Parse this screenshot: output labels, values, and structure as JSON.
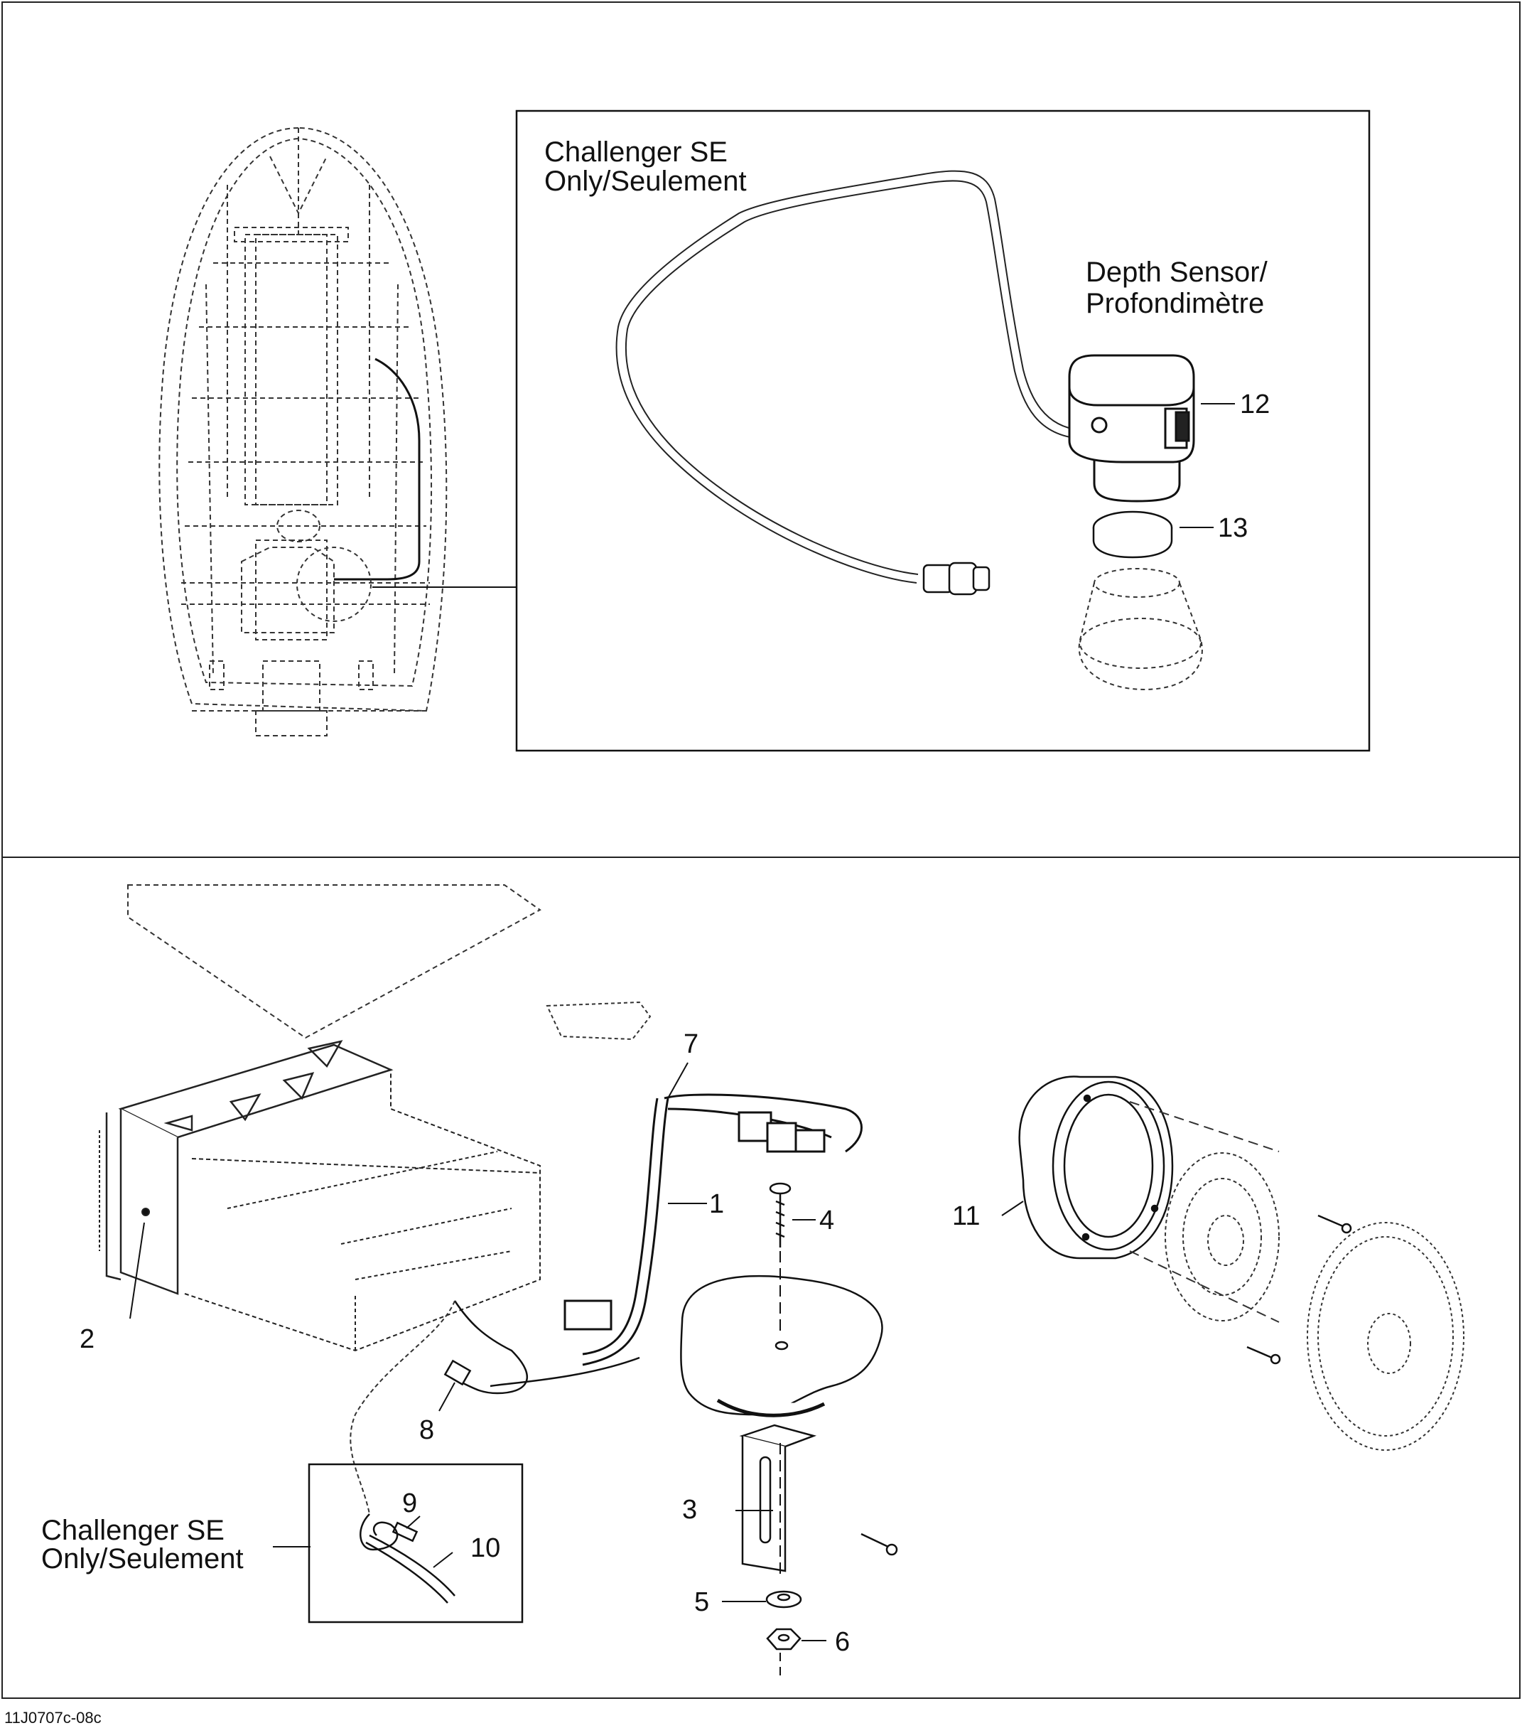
{
  "top_panel": {
    "inset_title_line1": "Challenger SE",
    "inset_title_line2": "Only/Seulement",
    "sensor_label_line1": "Depth Sensor/",
    "sensor_label_line2": "Profondimètre",
    "callouts": [
      "12",
      "13"
    ]
  },
  "bottom_panel": {
    "note_line1": "Challenger SE",
    "note_line2": "Only/Seulement",
    "callouts": [
      "1",
      "2",
      "3",
      "4",
      "5",
      "6",
      "7",
      "8",
      "9",
      "10",
      "11"
    ]
  },
  "figure_code": "11J0707c-08c"
}
